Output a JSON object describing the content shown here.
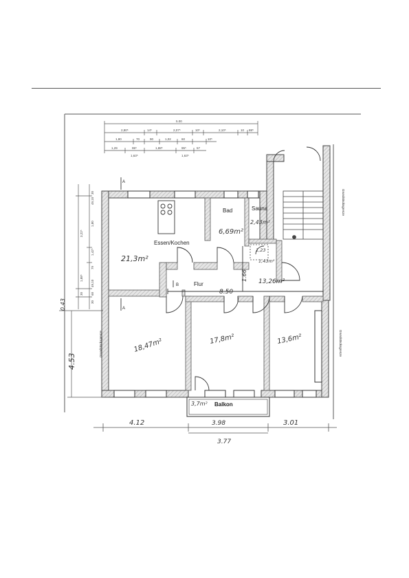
{
  "rooms": {
    "essen": {
      "label": "Essen/Kochen",
      "area": "21,3m²"
    },
    "bad": {
      "label": "Bad",
      "area": "6,69m²"
    },
    "sauna": {
      "label": "Sauna",
      "area": "2,43m²"
    },
    "flur": {
      "label": "Flur",
      "area": "13,26m²"
    },
    "room1": {
      "area": "18,47m²"
    },
    "room2": {
      "area": "17,8m²"
    },
    "room3": {
      "area": "13,6m²"
    },
    "balkon": {
      "label": "Balkon",
      "area": "3,7m²"
    }
  },
  "small_areas": [
    "1,23",
    "1,43m²"
  ],
  "markers": {
    "section_a": "A",
    "section_b": "B"
  },
  "boundary_labels": {
    "left": "Grundstücksgrenze",
    "right_top": "Grundstücksgrenze",
    "right_bottom": "Grundstücksgrenze"
  },
  "handwritten_dims": {
    "flur_length": "8.50",
    "flur_width": "1.66",
    "left_height": "4.53",
    "left_small": "0.43",
    "bottom_left": "4.12",
    "bottom_mid": "3.98",
    "bottom_right": "3.01",
    "bottom_total": "3.77"
  },
  "printed_dims": {
    "top_total": "5.00",
    "row1": [
      "2,80⁵",
      "14⁵",
      "2,07⁵",
      "10⁵",
      "2,10⁵",
      "10",
      "88⁵"
    ],
    "row2": [
      "1,80",
      "70",
      "90",
      "1,02",
      "60",
      "10⁵"
    ],
    "row3": [
      "1,29",
      "95⁵",
      "1,88⁵",
      "95⁵",
      "57"
    ],
    "row4": [
      "1,63⁵",
      "1,63⁵"
    ],
    "left_vertical": [
      "49,10",
      "30",
      "1,80",
      "3,22⁵",
      "1,42⁵",
      "79",
      "1,88⁵",
      "49,10",
      "30",
      "68",
      "30"
    ]
  }
}
